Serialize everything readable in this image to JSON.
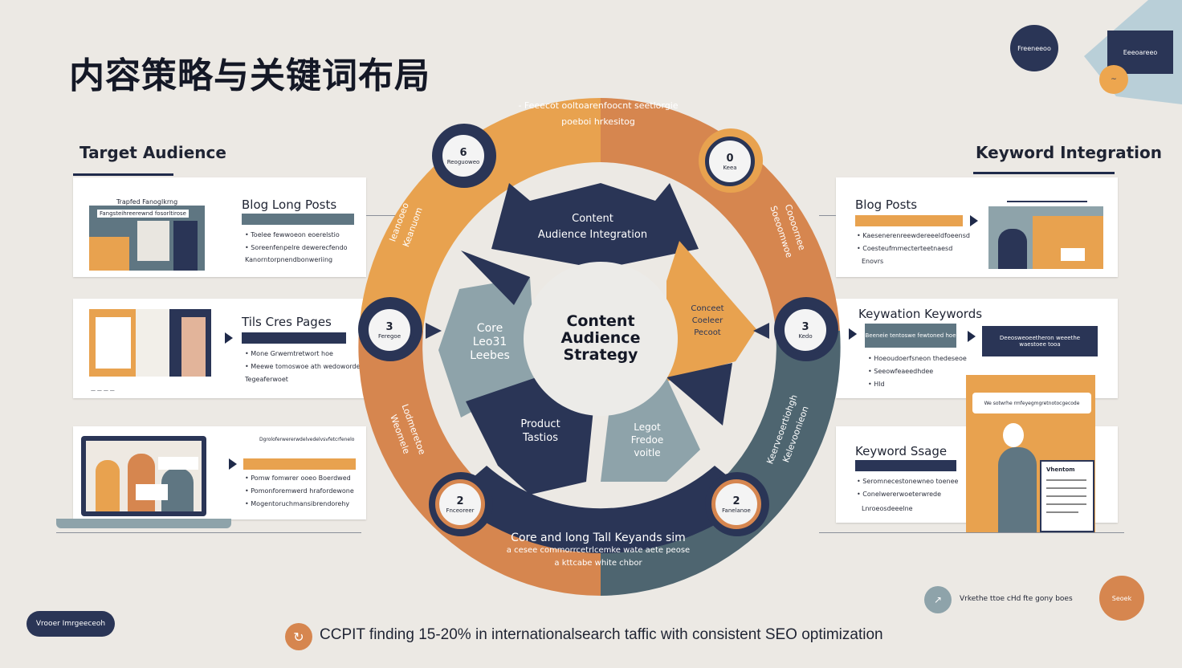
{
  "title": "内容策略与关键词布局",
  "left": {
    "heading": "Target Audience",
    "cards": [
      {
        "title": "Blog Long Posts",
        "image_title": "Trapfed Fanoglkrng",
        "image_subtitle": "Fangsteihreerewnd fosorltirose",
        "bullets": [
          "Toelee fewwoeon eoerelstio",
          "Soreenfenpelre dewerecfendo",
          "Kanorntorpnendbonweriing"
        ]
      },
      {
        "title": "Tils Cres Pages",
        "bullets": [
          "Mone Grwemtretwort hoe",
          "Meewe tomoswoe ath wedoworde",
          "Tegeaferwoet"
        ]
      },
      {
        "title": "",
        "top_caption": "Dgroloferwererwdelvedelvsvfetcrfenelo",
        "bullets": [
          "Pomw fomwrer ooeo Boerdwed",
          "Pomonforemwerd hrafordewone",
          "Mogentoruchmansibrendorehy"
        ]
      }
    ]
  },
  "right": {
    "heading": "Keyword Integration",
    "cards": [
      {
        "title": "Blog Posts",
        "bullets": [
          "Kaesenerenreewdereeeldfoeensd",
          "Coesteufmmecterteetnaesd",
          "Enovrs"
        ]
      },
      {
        "title": "Keywation Keywords",
        "box_text": "Beeneie tentoswe fewtoned hoe",
        "box2_text": "Deeosweoeetheron weeethe waestoee tooa",
        "bullets": [
          "Hoeoudoerfsneon thedeseoe",
          "Seeowfeaeedhdee",
          "Hld"
        ]
      },
      {
        "title": "Keyword Ssage",
        "bullets": [
          "Seromnecestonewneo toenee",
          "Conelwererwoeterwrede",
          "Lnroeosdeeelne"
        ],
        "popup": "We sotwrhe rmfeyegmgretnotocgecode",
        "card_text": "Vhentom"
      }
    ]
  },
  "wheel": {
    "center": [
      "Content",
      "Audience",
      "Strategy"
    ],
    "top_segment": [
      "Content",
      "Audience Integration"
    ],
    "left_segment": [
      "Core",
      "Leo31",
      "Leebes"
    ],
    "right_segment": [
      "Conceet",
      "Coeleer",
      "Pecoot"
    ],
    "bottom_left_segment": [
      "Product",
      "Tastios"
    ],
    "bottom_right_segment": [
      "Legot",
      "Fredoe",
      "voitle"
    ],
    "outer_top_text": [
      "- Feeecot ooltoarenfoocnt seetlorgie",
      "poeboi hrkesitog"
    ],
    "outer_bottom_text": [
      "Core and long Tall Keyands sim",
      "a cesee commorrcetrlcemke wate aete peose",
      "a kttcabe white chbor"
    ],
    "outer_left_top": [
      "Ieanooeo",
      "Keanuom"
    ],
    "outer_left_bottom": [
      "Lodmeretoe",
      "Weomele"
    ],
    "outer_right_top": [
      "Coooornee",
      "Soeoomwoe"
    ],
    "outer_right_bottom": [
      "Keerveoertiohgh",
      "Kelevoonieon"
    ],
    "badges": [
      {
        "num": "6",
        "label": "Reoguoweo"
      },
      {
        "num": "0",
        "label": "Keea"
      },
      {
        "num": "3",
        "label": "Feregoe"
      },
      {
        "num": "3",
        "label": "Kedo"
      },
      {
        "num": "2",
        "label": "Fnceoreer"
      },
      {
        "num": "2",
        "label": "Fanelanoe"
      }
    ]
  },
  "top_right": {
    "circle_text": "Freeneeoo",
    "box_text": "Eeeoareeo",
    "small_circle": "~"
  },
  "bottom_left_pill": "Vrooer Imrgeeceoh",
  "bottom_right": {
    "text": "Vrkethe ttoe cHd fte gony boes",
    "circle_text": "Seoek"
  },
  "footer": "CCPIT finding 15-20% in internationalsearch taffic with consistent SEO optimization",
  "colors": {
    "navy": "#2a3556",
    "orange": "#e8a24f",
    "copper": "#d6864f",
    "slate": "#5f7682",
    "light_slate": "#8ea3aa"
  }
}
